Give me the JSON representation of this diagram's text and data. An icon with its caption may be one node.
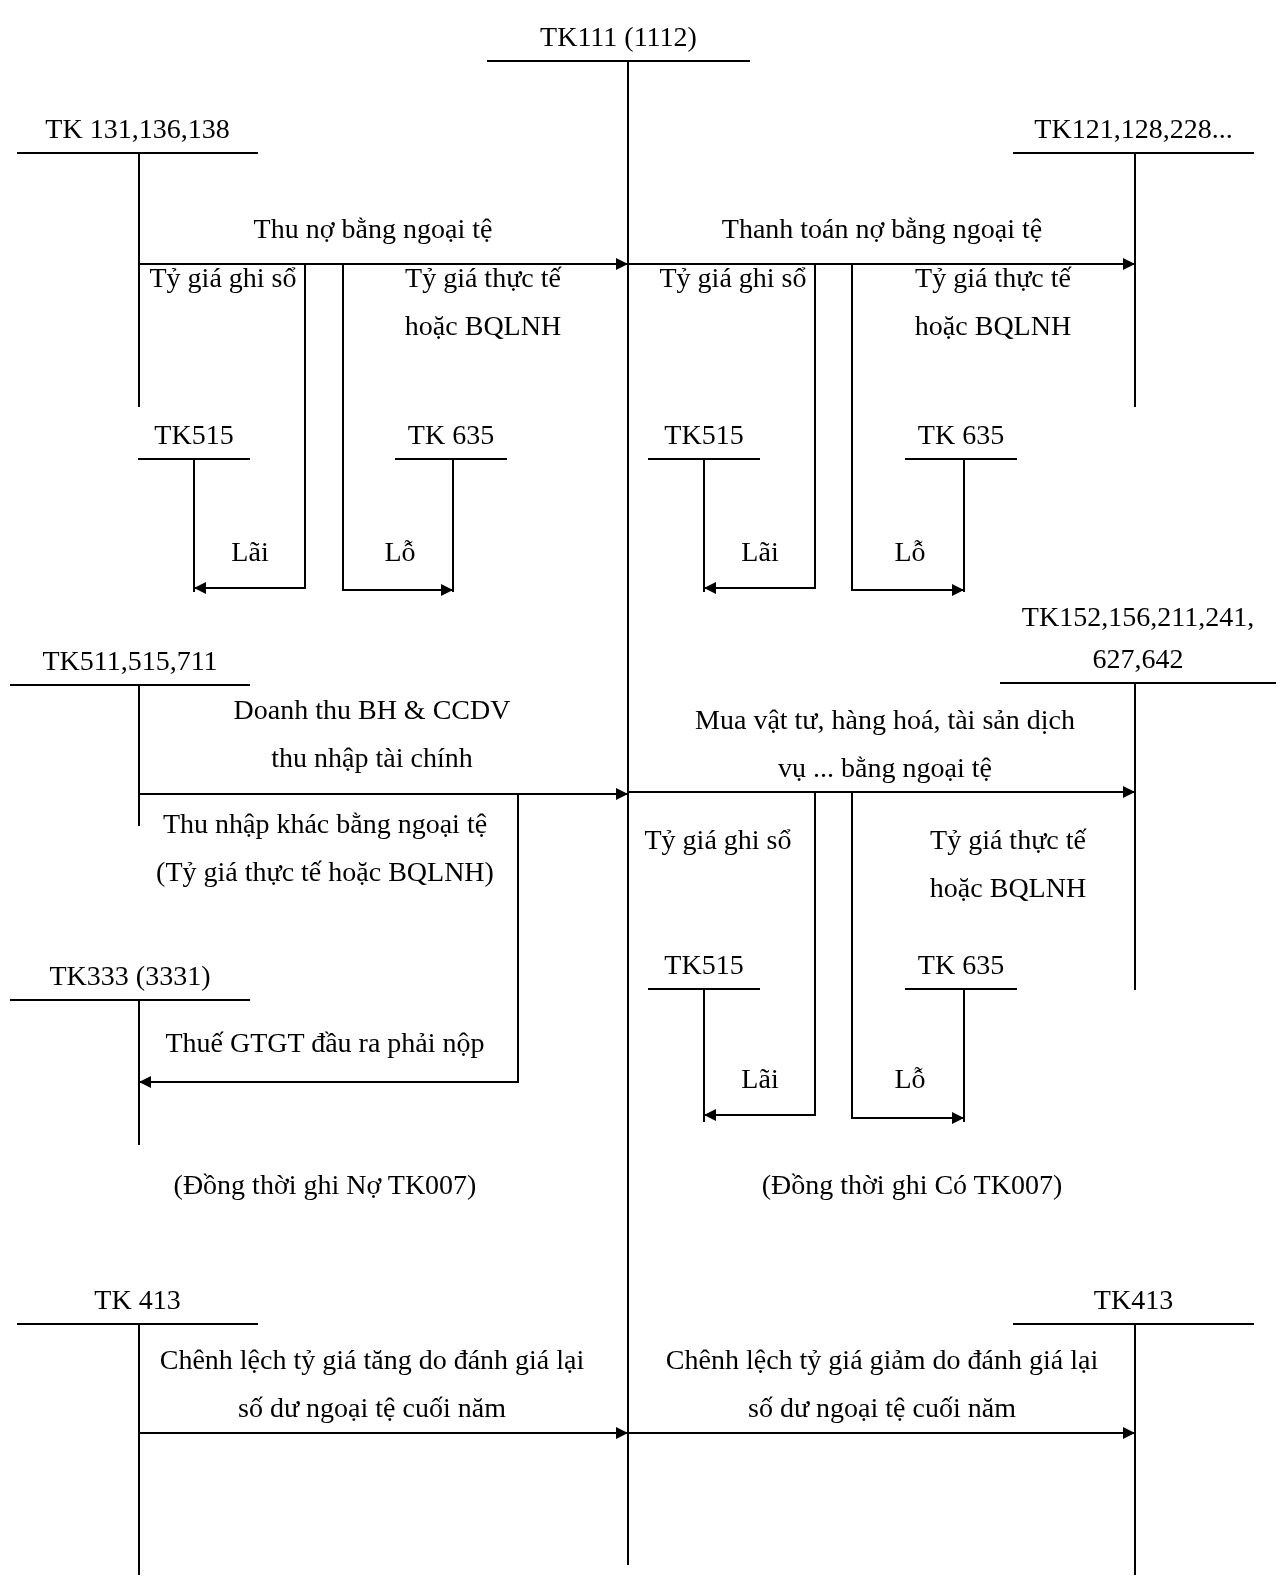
{
  "diagram": {
    "nodes": [
      {
        "text": [
          "TK111 (1112)"
        ]
      },
      {
        "text": [
          "TK 131,136,138"
        ]
      },
      {
        "text": [
          "TK121,128,228..."
        ]
      },
      {
        "text": [
          "TK515"
        ]
      },
      {
        "text": [
          "TK 635"
        ]
      },
      {
        "text": [
          "TK515"
        ]
      },
      {
        "text": [
          "TK 635"
        ]
      },
      {
        "text": [
          "TK511,515,711"
        ]
      },
      {
        "text": [
          "TK152,156,211,241, 627,642"
        ]
      },
      {
        "text": [
          "TK333 (3331)"
        ]
      },
      {
        "text": [
          "TK515"
        ]
      },
      {
        "text": [
          "TK 635"
        ]
      },
      {
        "text": [
          "TK 413"
        ]
      },
      {
        "text": [
          "TK413"
        ]
      }
    ],
    "edges": [
      {
        "from": 1,
        "to": 0,
        "arrow": "to",
        "label": "Thu nợ bằng ngoại tệ"
      },
      {
        "from": 1,
        "to": 3,
        "arrow": "to",
        "label": "Lãi"
      },
      {
        "from": 1,
        "to": 4,
        "arrow": "to",
        "label": "Lỗ"
      },
      {
        "from": 0,
        "to": 2,
        "arrow": "to",
        "label": "Thanh toán nợ bằng ngoại tệ"
      },
      {
        "from": 0,
        "to": 5,
        "arrow": "to",
        "label": "Lãi"
      },
      {
        "from": 0,
        "to": 6,
        "arrow": "to",
        "label": "Lỗ"
      },
      {
        "from": 7,
        "to": 0,
        "arrow": "to",
        "label": "Doanh thu BH & CCDV thu nhập tài chính"
      },
      {
        "from": 7,
        "to": 9,
        "arrow": "to",
        "label": "Thuế GTGT đầu ra phải nộp"
      },
      {
        "from": 0,
        "to": 8,
        "arrow": "to",
        "label": "Mua vật tư, hàng hoá, tài sản dịch vụ ... bằng ngoại tệ"
      },
      {
        "from": 0,
        "to": 10,
        "arrow": "to",
        "label": "Lãi"
      },
      {
        "from": 0,
        "to": 11,
        "arrow": "to",
        "label": "Lỗ"
      },
      {
        "from": 12,
        "to": 0,
        "arrow": "to",
        "label": "Chênh lệch tỷ giá tăng do đánh giá lại số dư ngoại tệ cuối năm"
      },
      {
        "from": 0,
        "to": 13,
        "arrow": "to",
        "label": "Chênh lệch tỷ giá giảm do đánh giá lại số dư ngoại tệ cuối năm"
      }
    ],
    "labels": [
      "Tỷ giá ghi sổ",
      "Tỷ giá thực tế hoặc BQLNH",
      "Tỷ giá ghi sổ",
      "Tỷ giá thực tế hoặc BQLNH",
      "Thu nhập khác bằng ngoại tệ (Tỷ giá thực tế hoặc BQLNH)",
      "Tỷ giá ghi sổ",
      "Tỷ giá thực tế hoặc BQLNH",
      "(Đồng thời ghi Nợ TK007)",
      "(Đồng thời ghi Có TK007)"
    ]
  }
}
